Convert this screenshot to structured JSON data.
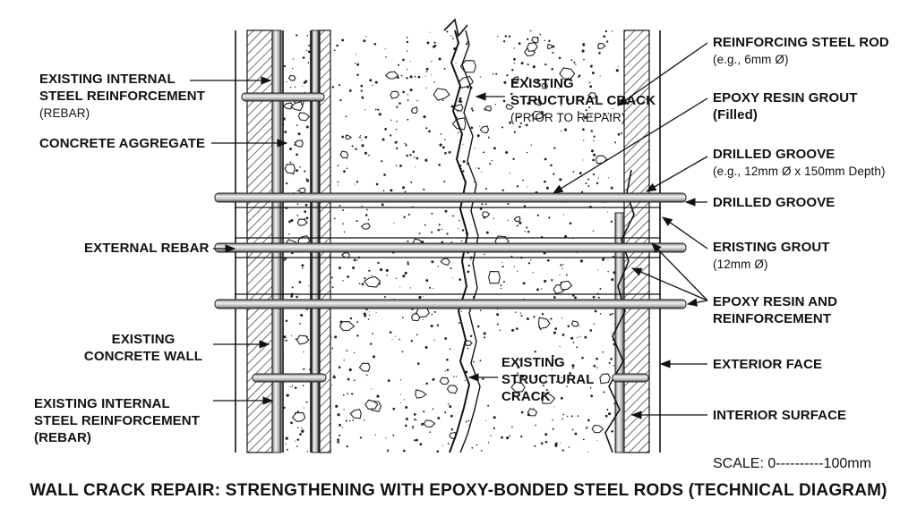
{
  "labels": {
    "existing_internal_rebar_top": {
      "line1": "EXISTING INTERNAL",
      "line2": "STEEL REINFORCEMENT",
      "line3": "(REBAR)"
    },
    "concrete_aggregate": "CONCRETE AGGREGATE",
    "external_rebar": "EXTERNAL REBAR",
    "existing_concrete_wall": {
      "line1": "EXISTING",
      "line2": "CONCRETE WALL"
    },
    "existing_internal_rebar_bottom": {
      "line1": "EXISTING INTERNAL",
      "line2": "STEEL REINFORCEMENT",
      "line3": "(REBAR)"
    },
    "crack_top": {
      "line1": "EXISTING",
      "line2": "STRUCTURAL CRACK",
      "line3": "(PRIOR TO REPAIR)"
    },
    "crack_bottom": {
      "line1": "EXISTING",
      "line2": "STRUCTURAL",
      "line3": "CRACK"
    },
    "reinforcing_steel_rod": {
      "line1": "REINFORCING STEEL ROD",
      "line2": "(e.g., 6mm Ø)"
    },
    "epoxy_resin_grout": {
      "line1": "EPOXY RESIN GROUT",
      "line2": "(Filled)"
    },
    "drilled_groove_top": {
      "line1": "DRILLED GROOVE",
      "line2": "(e.g., 12mm Ø x 150mm Depth)"
    },
    "drilled_groove": "DRILLED GROOVE",
    "eristing_grout": {
      "line1": "ERISTING GROUT",
      "line2": "(12mm Ø)"
    },
    "epoxy_resin_and_reinforcement": {
      "line1": "EPOXY RESIN AND",
      "line2": "REINFORCEMENT"
    },
    "exterior_face": "EXTERIOR FACE",
    "interior_surface": "INTERIOR SURFACE"
  },
  "scale": "SCALE: 0----------100mm",
  "title": "WALL CRACK REPAIR: STRENGTHENING WITH EPOXY-BONDED STEEL RODS (TECHNICAL DIAGRAM)"
}
